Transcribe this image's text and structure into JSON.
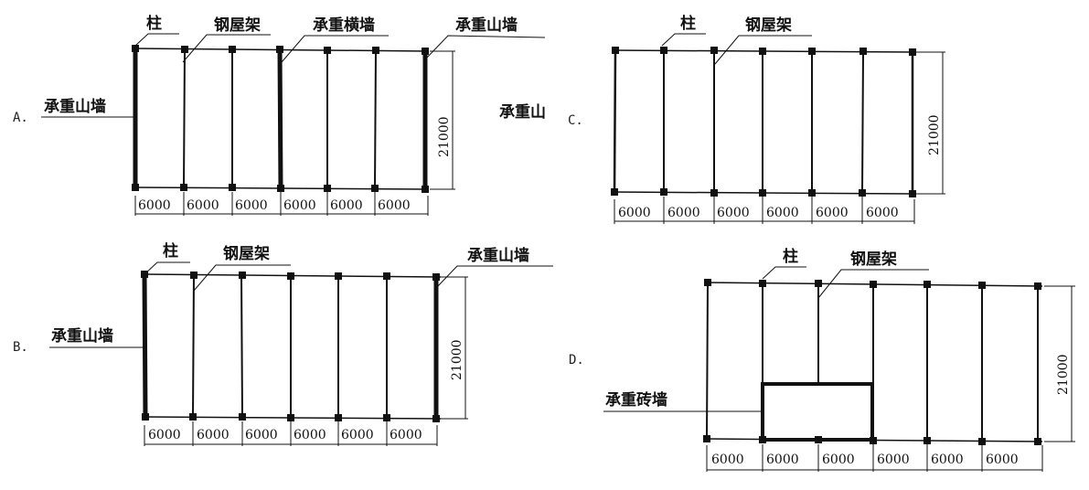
{
  "panels": [
    {
      "option": "A.",
      "labels": {
        "column": "柱",
        "truss": "钢屋架",
        "cross_wall": "承重横墙",
        "gable_right": "承重山墙",
        "gable_left": "承重山墙"
      },
      "bay_width": "6000",
      "span": "21000"
    },
    {
      "option": "B.",
      "labels": {
        "column": "柱",
        "truss": "钢屋架",
        "gable_right": "承重山墙",
        "gable_left": "承重山墙"
      },
      "bay_width": "6000",
      "span": "21000"
    },
    {
      "option": "C.",
      "labels": {
        "column": "柱",
        "truss": "钢屋架",
        "gable_left": "承重山"
      },
      "bay_width": "6000",
      "span": "21000"
    },
    {
      "option": "D.",
      "labels": {
        "column": "柱",
        "truss": "钢屋架",
        "brick_wall": "承重砖墙"
      },
      "bay_width": "6000",
      "span": "21000"
    }
  ]
}
